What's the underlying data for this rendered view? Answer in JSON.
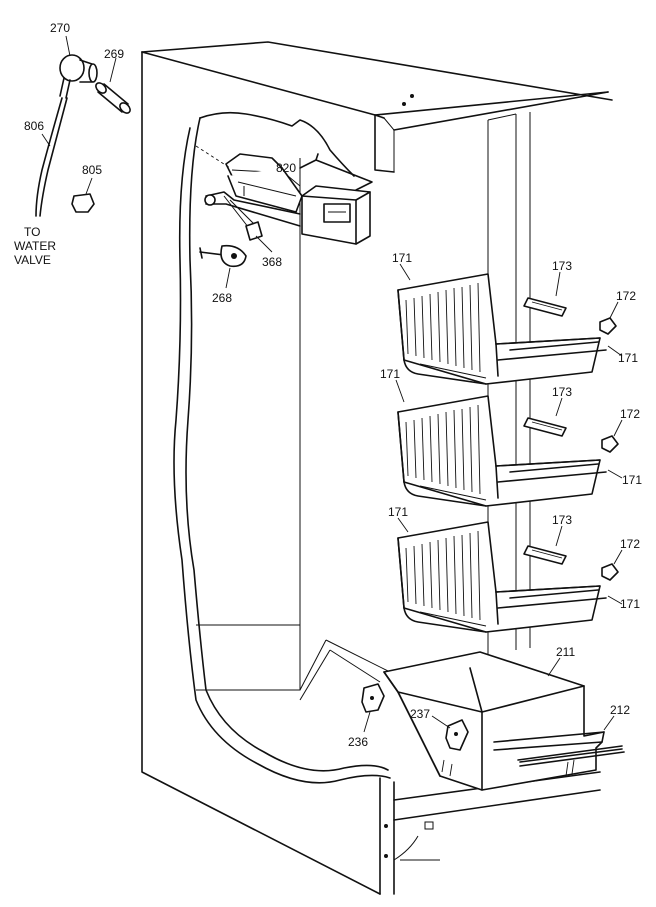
{
  "callouts": {
    "c270": "270",
    "c269": "269",
    "c806": "806",
    "c805": "805",
    "water_line_1": "TO",
    "water_line_2": "WATER",
    "water_line_3": "VALVE",
    "c820": "820",
    "c368": "368",
    "c268": "268",
    "c171_a": "171",
    "c173_a": "173",
    "c172_a": "172",
    "c171_b": "171",
    "c171_c": "171",
    "c173_b": "173",
    "c172_b": "172",
    "c171_d": "171",
    "c171_e": "171",
    "c173_c": "173",
    "c172_c": "172",
    "c171_f": "171",
    "c211": "211",
    "c212": "212",
    "c237": "237",
    "c236": "236"
  }
}
